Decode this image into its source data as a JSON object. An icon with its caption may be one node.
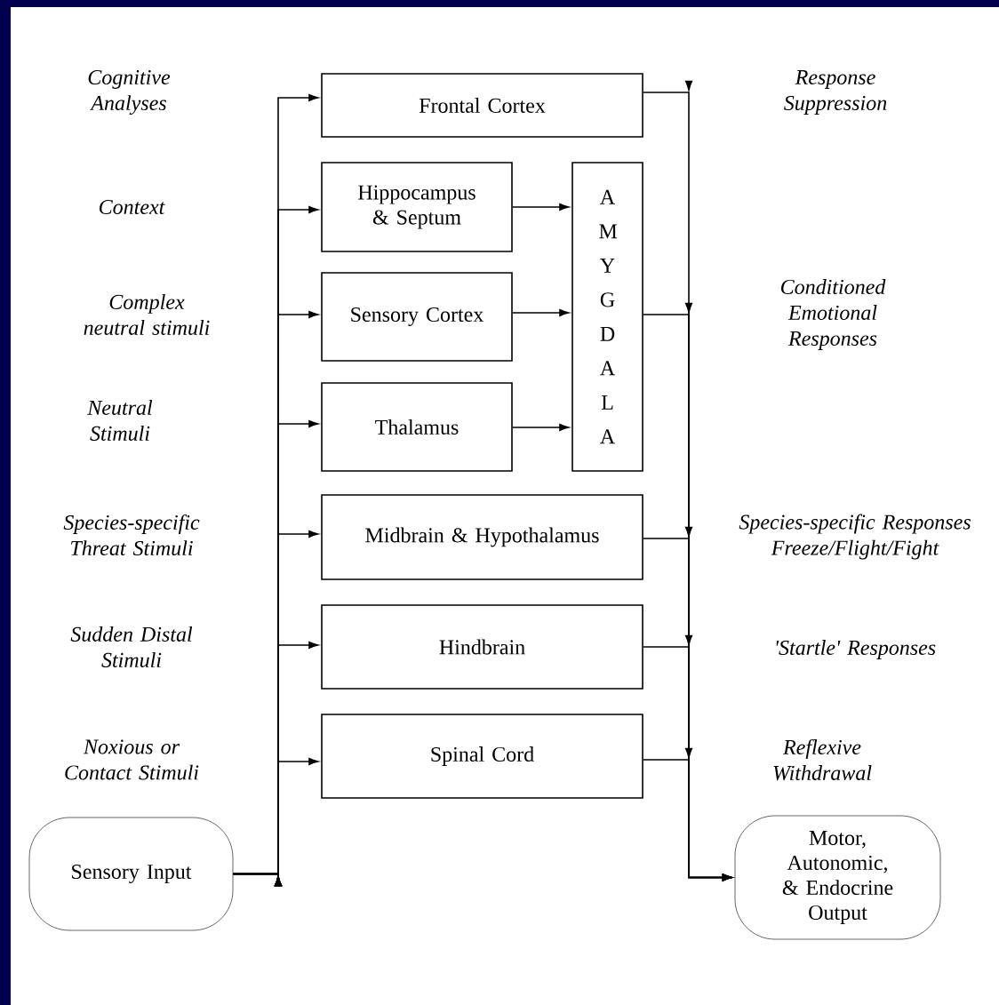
{
  "diagram": {
    "nodes": [
      {
        "text": [
          "Frontal Cortex"
        ]
      },
      {
        "text": [
          "Hippocampus & Septum"
        ]
      },
      {
        "text": [
          "Sensory Cortex"
        ]
      },
      {
        "text": [
          "Thalamus"
        ]
      },
      {
        "text": [
          "AMYGDALA"
        ]
      },
      {
        "text": [
          "Midbrain & Hypothalamus"
        ]
      },
      {
        "text": [
          "Hindbrain"
        ]
      },
      {
        "text": [
          "Spinal Cord"
        ]
      },
      {
        "text": [
          "Sensory Input"
        ]
      },
      {
        "text": [
          "Motor, Autonomic, & Endocrine Output"
        ]
      }
    ],
    "edges": [
      {
        "from": 8,
        "to": 0,
        "arrow": "to"
      },
      {
        "from": 8,
        "to": 1,
        "arrow": "to"
      },
      {
        "from": 8,
        "to": 2,
        "arrow": "to"
      },
      {
        "from": 8,
        "to": 3,
        "arrow": "to"
      },
      {
        "from": 8,
        "to": 5,
        "arrow": "to"
      },
      {
        "from": 8,
        "to": 6,
        "arrow": "to"
      },
      {
        "from": 8,
        "to": 7,
        "arrow": "to"
      },
      {
        "from": 1,
        "to": 4,
        "arrow": "to"
      },
      {
        "from": 2,
        "to": 4,
        "arrow": "to"
      },
      {
        "from": 3,
        "to": 4,
        "arrow": "to"
      },
      {
        "from": 0,
        "to": 9,
        "arrow": "to"
      },
      {
        "from": 4,
        "to": 9,
        "arrow": "to"
      },
      {
        "from": 5,
        "to": 9,
        "arrow": "to"
      },
      {
        "from": 6,
        "to": 9,
        "arrow": "to"
      },
      {
        "from": 7,
        "to": 9,
        "arrow": "to"
      }
    ],
    "labels": [
      "Cognitive Analyses",
      "Response Suppression",
      "Context",
      "Complex neutral stimuli",
      "Conditioned Emotional Responses",
      "Neutral Stimuli",
      "Species-specific Threat Stimuli",
      "Species-specific Responses Freeze/Flight/Fight",
      "Sudden Distal Stimuli",
      "'Startle' Responses",
      "Noxious or Contact Stimuli",
      "Reflexive Withdrawal"
    ]
  }
}
